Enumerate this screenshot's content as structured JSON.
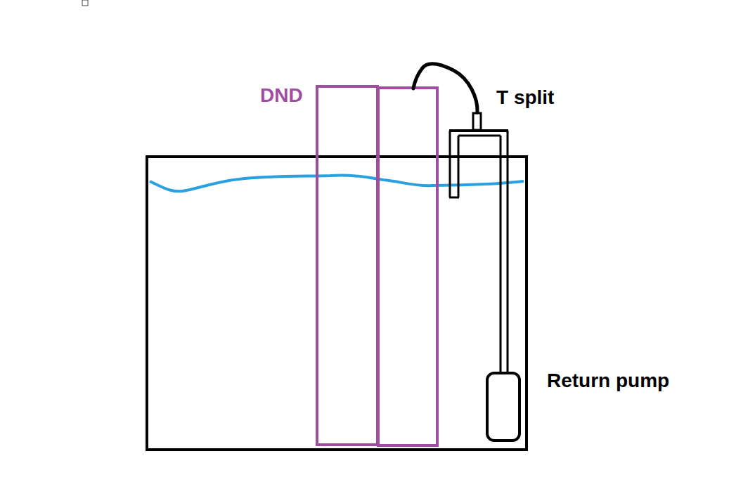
{
  "diagram": {
    "labels": [
      "DND",
      "T split",
      "Return pump"
    ]
  }
}
